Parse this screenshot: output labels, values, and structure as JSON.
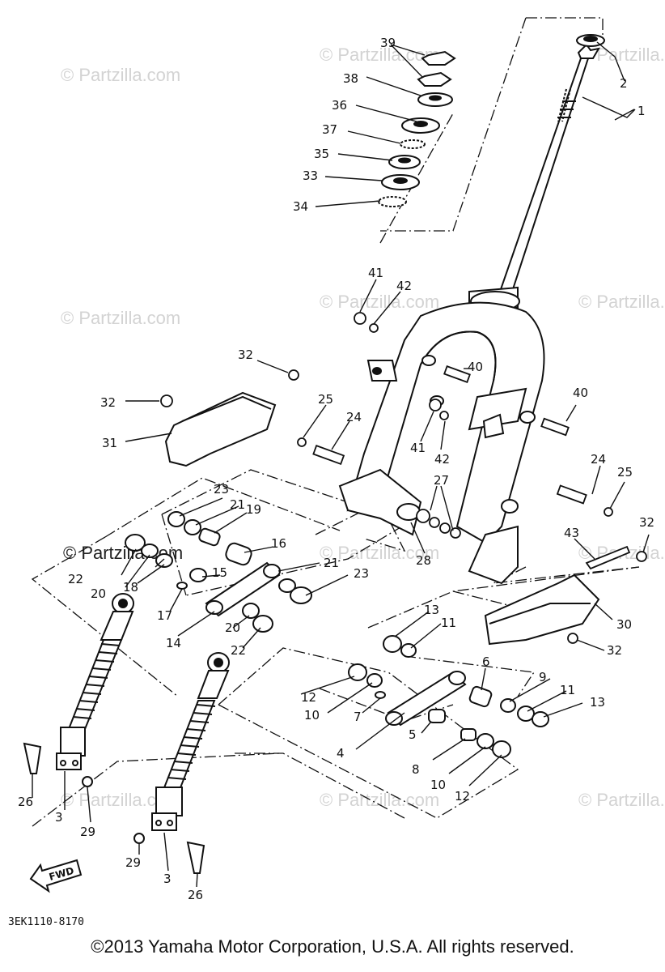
{
  "watermark": "© Partzilla.com",
  "diagram_code": "3EK1110-8170",
  "fwd_label": "FWD",
  "copyright": "©2013 Yamaha Motor Corporation, U.S.A. All rights reserved.",
  "part_numbers": [
    "1",
    "2",
    "3",
    "4",
    "5",
    "6",
    "7",
    "8",
    "9",
    "10",
    "11",
    "12",
    "13",
    "14",
    "15",
    "16",
    "17",
    "18",
    "19",
    "20",
    "21",
    "22",
    "23",
    "24",
    "25",
    "26",
    "27",
    "28",
    "29",
    "30",
    "31",
    "32",
    "33",
    "34",
    "35",
    "36",
    "37",
    "38",
    "39",
    "40",
    "41",
    "42",
    "43"
  ],
  "colors": {
    "ink": "#111111",
    "watermark": "#d3d3d3",
    "background": "#ffffff"
  }
}
